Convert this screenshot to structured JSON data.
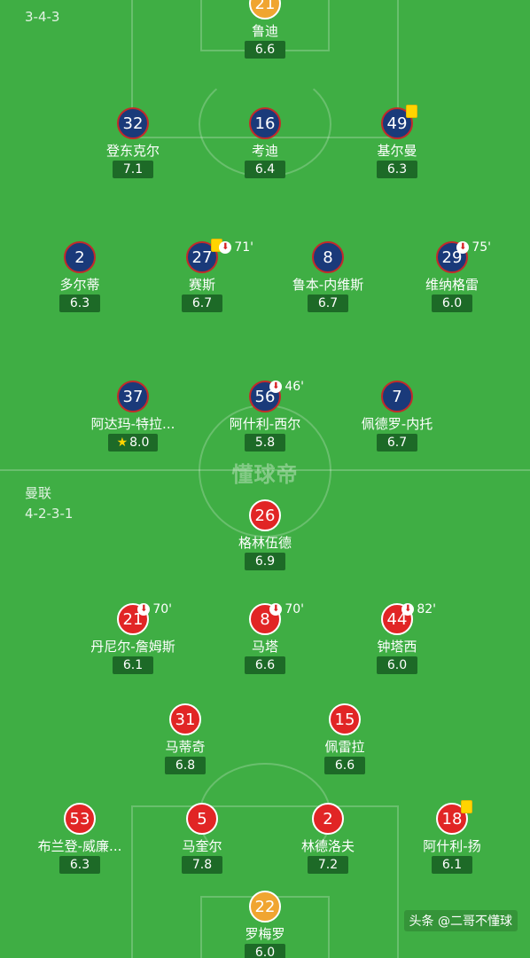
{
  "home": {
    "formation": "3-4-3",
    "players": [
      {
        "num": "21",
        "name": "鲁迪",
        "rating": "6.6",
        "color": "gold"
      },
      {
        "num": "32",
        "name": "登东克尔",
        "rating": "7.1",
        "color": "blue"
      },
      {
        "num": "16",
        "name": "考迪",
        "rating": "6.4",
        "color": "blue"
      },
      {
        "num": "49",
        "name": "基尔曼",
        "rating": "6.3",
        "color": "blue",
        "card": true
      },
      {
        "num": "2",
        "name": "多尔蒂",
        "rating": "6.3",
        "color": "blue"
      },
      {
        "num": "27",
        "name": "赛斯",
        "rating": "6.7",
        "color": "blue",
        "card": true,
        "sub": "71'"
      },
      {
        "num": "8",
        "name": "鲁本-内维斯",
        "rating": "6.7",
        "color": "blue"
      },
      {
        "num": "29",
        "name": "维纳格雷",
        "rating": "6.0",
        "color": "blue",
        "sub": "75'"
      },
      {
        "num": "37",
        "name": "阿达玛-特拉...",
        "rating": "8.0",
        "color": "blue",
        "star": true
      },
      {
        "num": "56",
        "name": "阿什利-西尔",
        "rating": "5.8",
        "color": "blue",
        "sub": "46'"
      },
      {
        "num": "7",
        "name": "佩德罗-内托",
        "rating": "6.7",
        "color": "blue"
      }
    ]
  },
  "watermark": "懂球帝",
  "away": {
    "team_name": "曼联",
    "formation": "4-2-3-1",
    "players": [
      {
        "num": "26",
        "name": "格林伍德",
        "rating": "6.9",
        "color": "red"
      },
      {
        "num": "21",
        "name": "丹尼尔-詹姆斯",
        "rating": "6.1",
        "color": "red",
        "sub": "70'"
      },
      {
        "num": "8",
        "name": "马塔",
        "rating": "6.6",
        "color": "red",
        "sub": "70'"
      },
      {
        "num": "44",
        "name": "钟塔西",
        "rating": "6.0",
        "color": "red",
        "sub": "82'"
      },
      {
        "num": "31",
        "name": "马蒂奇",
        "rating": "6.8",
        "color": "red"
      },
      {
        "num": "15",
        "name": "佩雷拉",
        "rating": "6.6",
        "color": "red"
      },
      {
        "num": "53",
        "name": "布兰登-威廉...",
        "rating": "6.3",
        "color": "red"
      },
      {
        "num": "5",
        "name": "马奎尔",
        "rating": "7.8",
        "color": "red"
      },
      {
        "num": "2",
        "name": "林德洛夫",
        "rating": "7.2",
        "color": "red"
      },
      {
        "num": "18",
        "name": "阿什利-扬",
        "rating": "6.1",
        "color": "red",
        "card": true
      },
      {
        "num": "22",
        "name": "罗梅罗",
        "rating": "6.0",
        "color": "gold"
      }
    ]
  },
  "footer": "头条 @二哥不懂球"
}
